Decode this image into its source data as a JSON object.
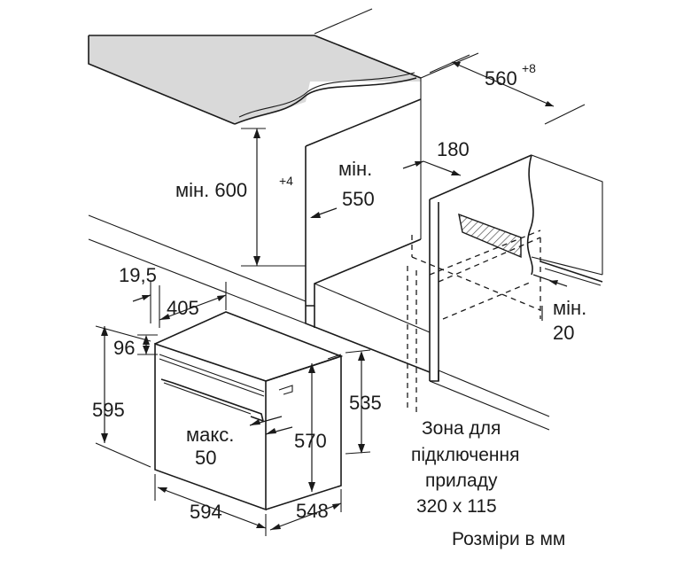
{
  "dimensions": {
    "width_top": "560",
    "width_top_tol": "+8",
    "height_min": "мін. 600",
    "height_min_tol": "+4",
    "depth_min_label": "мін.",
    "depth_min_value": "550",
    "gap": "180",
    "side_min_label": "мін.",
    "side_min_value": "20",
    "offset": "19,5",
    "panel_width": "405",
    "panel_height": "96",
    "oven_height": "595",
    "inner_height": "535",
    "body_height": "570",
    "max_label": "макс.",
    "max_value": "50",
    "oven_width": "594",
    "oven_depth": "548"
  },
  "notes": {
    "zone_line1": "Зона для",
    "zone_line2": "підключення",
    "zone_line3": "приладу",
    "zone_line4": "320 x 115",
    "units": "Розміри в мм"
  },
  "colors": {
    "line": "#1a1a1a",
    "countertop": "#d9d9d9",
    "hatch": "#8c8c8c"
  }
}
